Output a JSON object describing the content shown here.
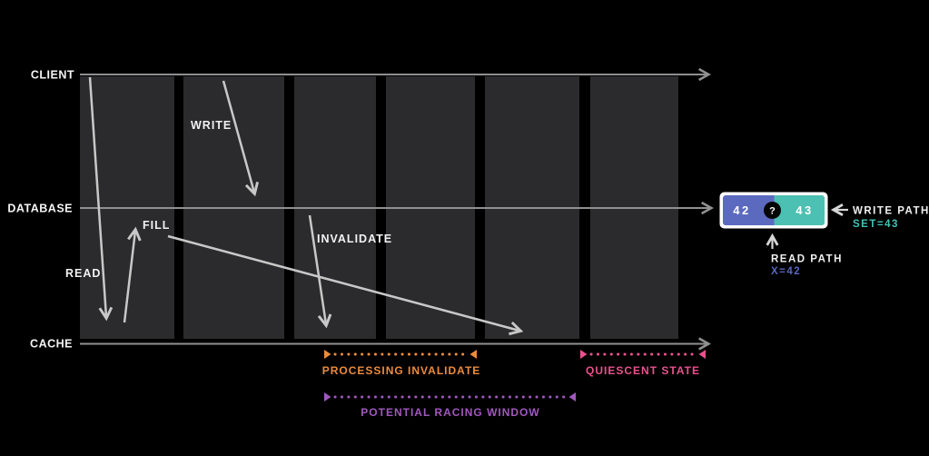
{
  "title": "cache-race-condition-timeline",
  "colors": {
    "background": "#000000",
    "band": "#2b2b2d",
    "timeline": "#909090",
    "message_arrow": "#c8c8c8",
    "annotation_arrow": "#d6d6d6",
    "orange": "#ed8b3d",
    "pink": "#e9518d",
    "purple": "#a058bb",
    "result_blue": "#5b69be",
    "result_teal": "#4cc0b2",
    "teal_text": "#3fc4b4",
    "blue_text": "#5868c0",
    "white": "#ffffff"
  },
  "lanes": [
    {
      "label": "CLIENT"
    },
    {
      "label": "DATABASE"
    },
    {
      "label": "CACHE"
    }
  ],
  "messages": [
    {
      "label": "READ"
    },
    {
      "label": "WRITE"
    },
    {
      "label": "FILL"
    },
    {
      "label": "INVALIDATE"
    }
  ],
  "spans": [
    {
      "label": "PROCESSING INVALIDATE",
      "color": "#ed8b3d"
    },
    {
      "label": "QUIESCENT STATE",
      "color": "#e9518d"
    },
    {
      "label": "POTENTIAL RACING WINDOW",
      "color": "#a058bb"
    }
  ],
  "result_box": {
    "read_value": "42",
    "write_value": "43",
    "conflict_mark": "?",
    "left_color": "#5b69be",
    "right_color": "#4cc0b2"
  },
  "annotations": {
    "write_path_label": "WRITE PATH",
    "write_path_value": "SET=43",
    "read_path_label": "READ PATH",
    "read_path_value": "X=42"
  }
}
